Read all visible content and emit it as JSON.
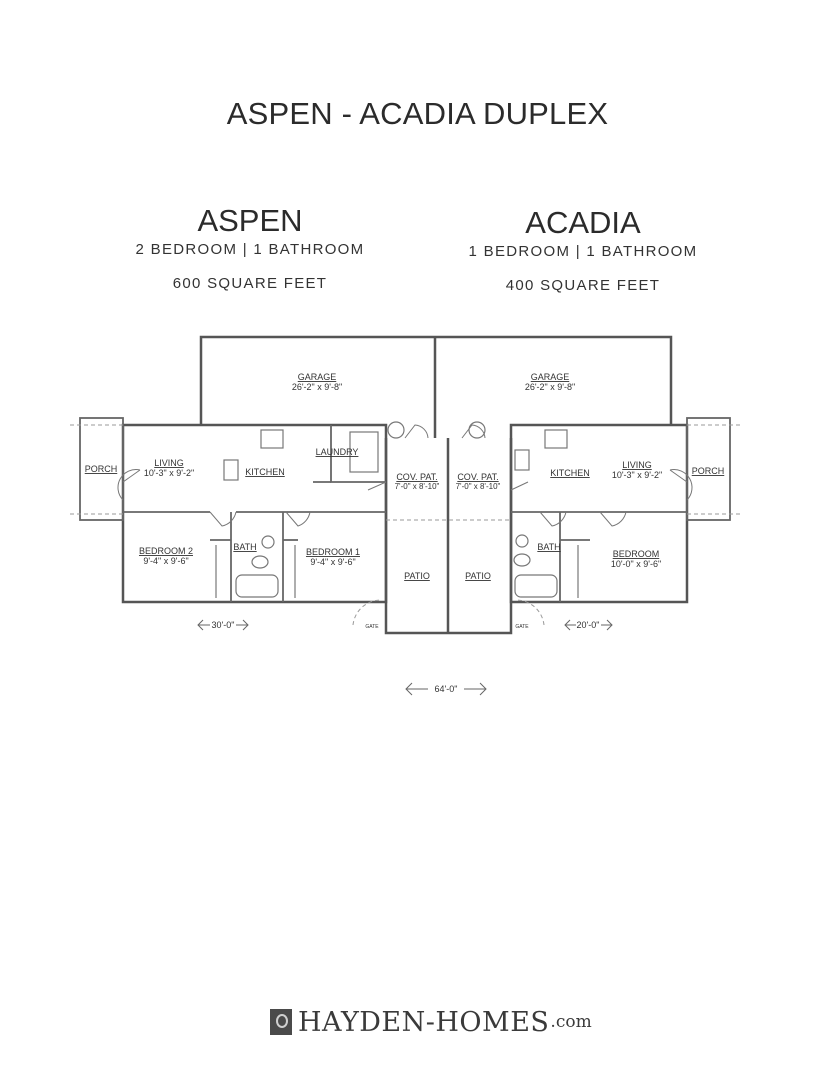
{
  "title": "ASPEN - ACADIA DUPLEX",
  "units": [
    {
      "name": "ASPEN",
      "rooms_summary": "2 BEDROOM | 1 BATHROOM",
      "area": "600 SQUARE FEET"
    },
    {
      "name": "ACADIA",
      "rooms_summary": "1 BEDROOM | 1 BATHROOM",
      "area": "400 SQUARE FEET"
    }
  ],
  "floor_plan": {
    "aspen": {
      "garage": {
        "label": "GARAGE",
        "dims": "26'-2\" x 9'-8\""
      },
      "porch": {
        "label": "PORCH"
      },
      "living": {
        "label": "LIVING",
        "dims": "10'-3\" x 9'-2\""
      },
      "kitchen": {
        "label": "KITCHEN"
      },
      "laundry": {
        "label": "LAUNDRY"
      },
      "bedroom2": {
        "label": "BEDROOM 2",
        "dims": "9'-4\" x 9'-6\""
      },
      "bath": {
        "label": "BATH"
      },
      "bedroom1": {
        "label": "BEDROOM 1",
        "dims": "9'-4\" x 9'-6\""
      },
      "cov_patio": {
        "label": "COV. PAT.",
        "dims": "7'-0\" x 8'-10\""
      },
      "patio": {
        "label": "PATIO"
      },
      "gate": {
        "label": "GATE"
      },
      "width_dim": "30'-0\""
    },
    "acadia": {
      "garage": {
        "label": "GARAGE",
        "dims": "26'-2\" x 9'-8\""
      },
      "porch": {
        "label": "PORCH"
      },
      "living": {
        "label": "LIVING",
        "dims": "10'-3\" x 9'-2\""
      },
      "kitchen": {
        "label": "KITCHEN"
      },
      "bath": {
        "label": "BATH"
      },
      "bedroom": {
        "label": "BEDROOM",
        "dims": "10'-0\" x 9'-6\""
      },
      "cov_patio": {
        "label": "COV. PAT.",
        "dims": "7'-0\" x 8'-10\""
      },
      "patio": {
        "label": "PATIO"
      },
      "gate": {
        "label": "GATE"
      },
      "width_dim": "20'-0\""
    },
    "overall_width_dim": "64'-0\""
  },
  "footer": {
    "brand": "HAYDEN-HOMES",
    "tld": ".com"
  },
  "colors": {
    "wall": "#555555",
    "text": "#2b2b2b",
    "background": "#ffffff"
  }
}
